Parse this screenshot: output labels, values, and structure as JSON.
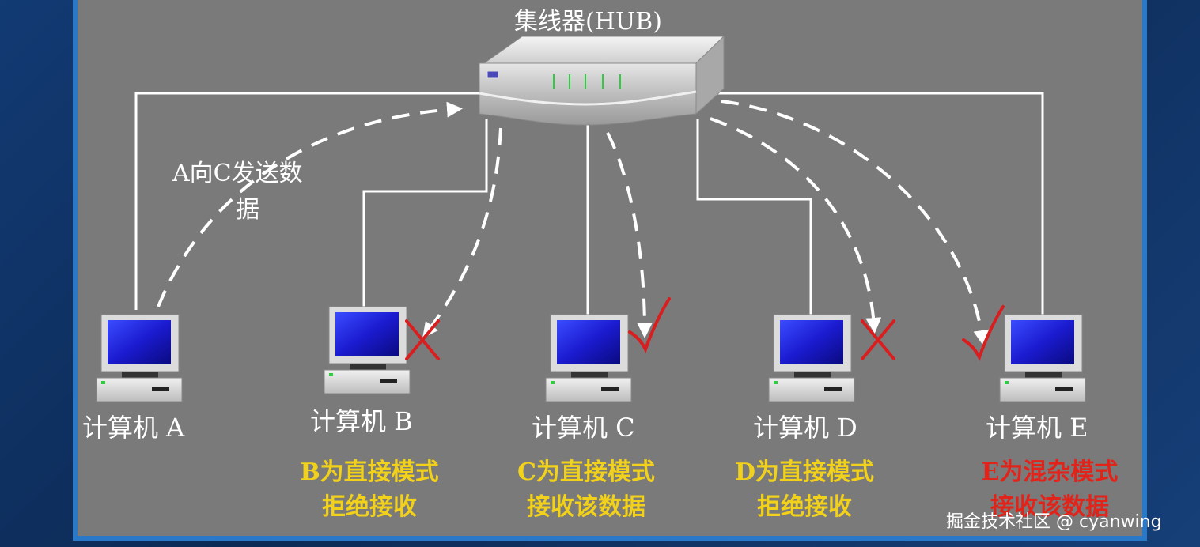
{
  "title": "集线器(HUB)",
  "annotation": {
    "line1": "A向C发送数",
    "line2": "据"
  },
  "computers": [
    {
      "id": "a",
      "name": "计算机 A",
      "result": "none",
      "mode_line1": "",
      "mode_line2": "",
      "mode_color": ""
    },
    {
      "id": "b",
      "name": "计算机 B",
      "result": "cross",
      "mode_line1": "B为直接模式",
      "mode_line2": "拒绝接收",
      "mode_color": "#f2d11a"
    },
    {
      "id": "c",
      "name": "计算机 C",
      "result": "check",
      "mode_line1": "C为直接模式",
      "mode_line2": "接收该数据",
      "mode_color": "#f2d11a"
    },
    {
      "id": "d",
      "name": "计算机 D",
      "result": "cross",
      "mode_line1": "D为直接模式",
      "mode_line2": "拒绝接收",
      "mode_color": "#f2d11a"
    },
    {
      "id": "e",
      "name": "计算机 E",
      "result": "check",
      "mode_line1": "E为混杂模式",
      "mode_line2": "接收该数据",
      "mode_color": "#e2231a"
    }
  ],
  "watermark": "掘金技术社区 @ cyanwing",
  "colors": {
    "panel": "#7a7a7a",
    "border": "#2a78c8",
    "wire": "#ffffff",
    "cross": "#d81e1e",
    "check": "#d81e1e",
    "mode_yellow": "#f2d11a",
    "mode_red": "#e2231a"
  }
}
